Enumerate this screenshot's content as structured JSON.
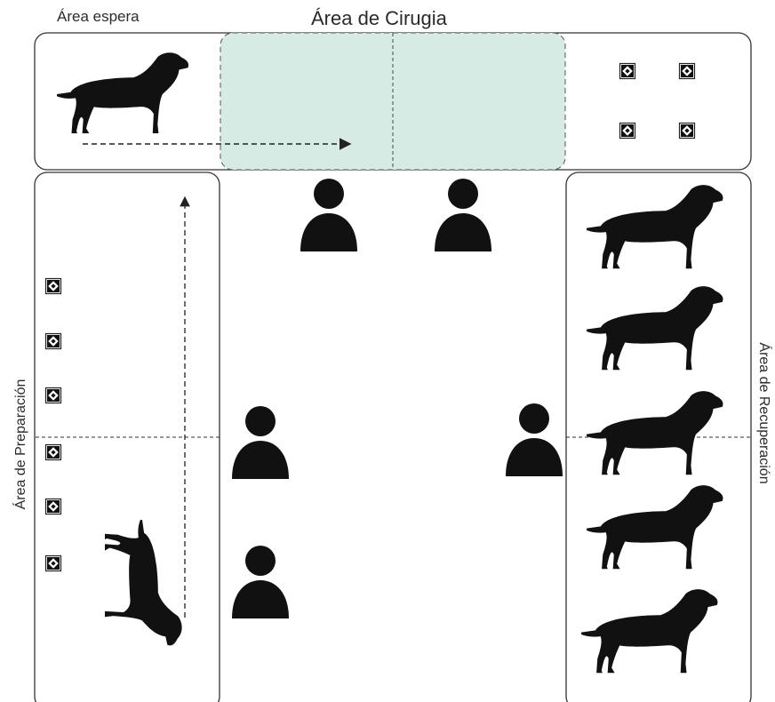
{
  "labels": {
    "waiting_area": "Área espera",
    "surgery_area": "Área de Cirugia",
    "preparation_area": "Área de Preparación",
    "recovery_area": "Área de Recuperación"
  },
  "colors": {
    "surgery_fill": "#d5ebe4",
    "outline": "#333333",
    "silhouette": "#111111"
  },
  "icons": {
    "dog": "dog-silhouette-icon",
    "person": "person-icon",
    "station": "diamond-station-icon"
  }
}
